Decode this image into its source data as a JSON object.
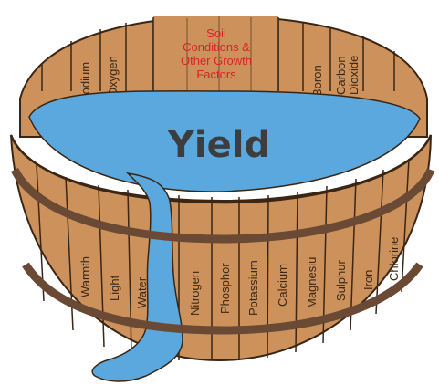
{
  "center_label": {
    "lines": [
      "Soil",
      "Conditions &",
      "Other Growth",
      "Factors"
    ]
  },
  "yield_label": "Yield",
  "back_staves": {
    "sodium": "Sodium",
    "oxygen": "Oxygen",
    "boron": "Boron",
    "carbon": [
      "Carbon",
      "Dioxide"
    ]
  },
  "front_staves": {
    "warmth": "Warmth",
    "light": "Light",
    "water": "Water",
    "nitrogen": "Nitrogen",
    "phosphorus": "Phosphor",
    "potassium": "Potassium",
    "calcium": "Calcium",
    "magnesium": "Magnesiu",
    "sulphur": "Sulphur",
    "iron": "Iron",
    "chlorine": "Chlorine"
  },
  "colors": {
    "wood": "#cd915b",
    "wood_dark": "#b9773f",
    "outline": "#3a2615",
    "hoop": "#6b4a35",
    "water": "#5aa8de",
    "label_red": "#d8222a"
  }
}
